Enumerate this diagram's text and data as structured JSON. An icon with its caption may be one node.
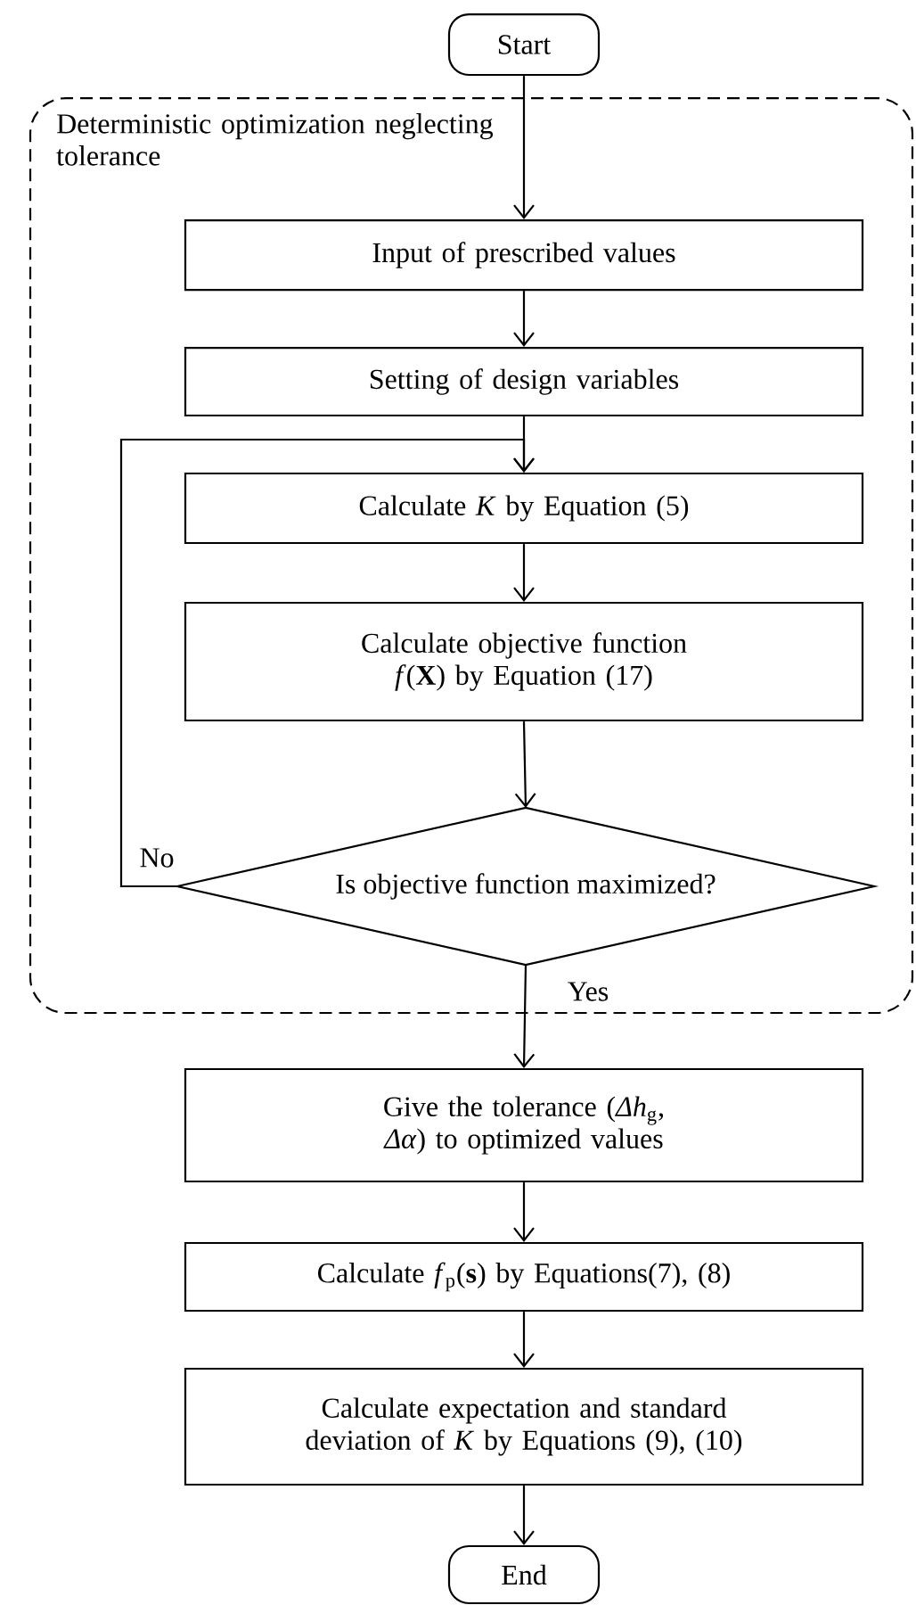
{
  "diagram": {
    "nodes": [
      {
        "text": [
          "Start"
        ]
      },
      {
        "text": [
          "Deterministic optimization neglecting tolerance"
        ]
      },
      {
        "text": [
          "Input of prescribed values"
        ],
        "in": 1
      },
      {
        "text": [
          "Setting of design variables"
        ],
        "in": 1
      },
      {
        "text": [
          "Calculate *K* by Equation (5)"
        ],
        "in": 1
      },
      {
        "text": [
          "Calculate objective function *f*(**X**) by Equation (17)"
        ],
        "in": 1
      },
      {
        "text": [
          "Is objective function maximized?"
        ],
        "in": 1
      },
      {
        "text": [
          "Give the tolerance (*Δh*$_{g}$, *Δα*) to optimized values"
        ]
      },
      {
        "text": [
          "Calculate *f*$_{p}$(**s**) by Equations(7), (8)"
        ]
      },
      {
        "text": [
          "Calculate expectation and standard deviation of *K* by Equations (9), (10)"
        ]
      },
      {
        "text": [
          "End"
        ]
      }
    ],
    "edges": [
      {
        "from": 0,
        "to": 2,
        "arrow": "to"
      },
      {
        "from": 2,
        "to": 3,
        "arrow": "to"
      },
      {
        "from": 3,
        "to": 4,
        "arrow": "to"
      },
      {
        "from": 4,
        "to": 5,
        "arrow": "to"
      },
      {
        "from": 5,
        "to": 6,
        "arrow": "to"
      },
      {
        "from": 6,
        "to": 4,
        "arrow": "to",
        "label": "No"
      },
      {
        "from": 6,
        "to": 7,
        "arrow": "to",
        "label": "Yes"
      },
      {
        "from": 7,
        "to": 8,
        "arrow": "to"
      },
      {
        "from": 8,
        "to": 9,
        "arrow": "to"
      },
      {
        "from": 9,
        "to": 10,
        "arrow": "to"
      }
    ]
  }
}
